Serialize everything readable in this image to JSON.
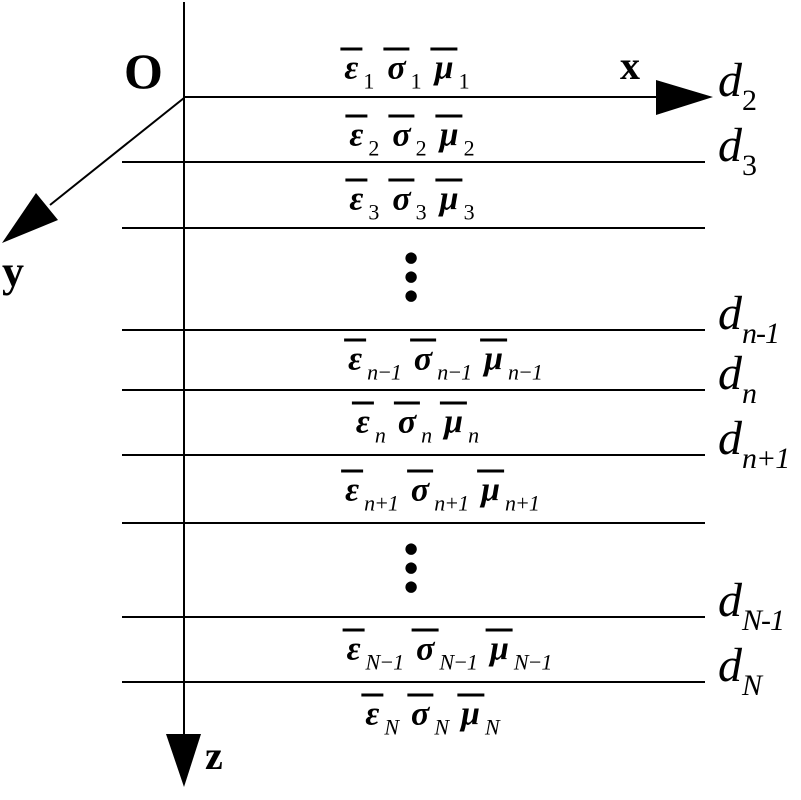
{
  "axes": {
    "origin": "O",
    "x": "x",
    "y": "y",
    "z": "z"
  },
  "symbols": {
    "epsilon": "ε",
    "sigma": "σ",
    "mu": "μ"
  },
  "layers": {
    "subs": [
      "1",
      "2",
      "3",
      "n−1",
      "n",
      "n+1",
      "N−1",
      "N"
    ]
  },
  "interfaces": {
    "base": "d",
    "subs": [
      "2",
      "3",
      "n-1",
      "n",
      "n+1",
      "N-1",
      "N"
    ]
  },
  "ellipsis": {
    "dots": "●\n●\n●"
  }
}
